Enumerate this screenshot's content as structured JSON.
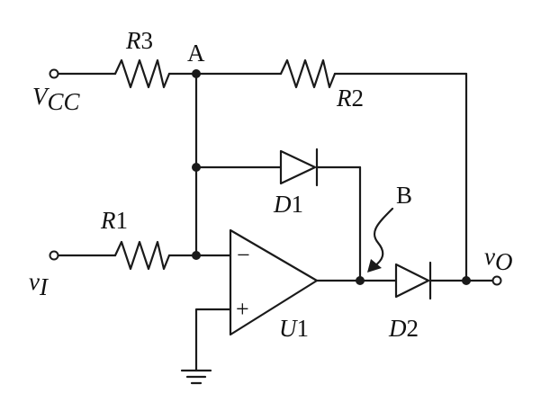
{
  "labels": {
    "node_a": "A",
    "node_b": "B",
    "r1_letter": "R",
    "r1_num": "1",
    "r2_letter": "R",
    "r2_num": "2",
    "r3_letter": "R",
    "r3_num": "3",
    "d1_letter": "D",
    "d1_num": "1",
    "d2_letter": "D",
    "d2_num": "2",
    "u1_letter": "U",
    "u1_num": "1",
    "vcc_main": "V",
    "vcc_sub": "CC",
    "vi_main": "v",
    "vi_sub": "I",
    "vo_main": "v",
    "vo_sub": "O",
    "minus_sign": "−",
    "plus_sign": "+"
  }
}
